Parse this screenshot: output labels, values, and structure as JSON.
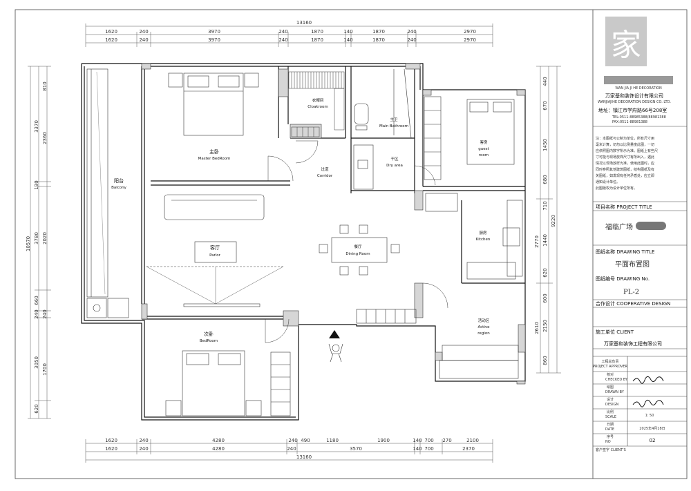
{
  "dimensions": {
    "top_total": "13160",
    "top_row1": [
      "1620",
      "240",
      "3970",
      "240",
      "1870",
      "140",
      "1870",
      "240",
      "2970"
    ],
    "top_row2": [
      "1620",
      "240",
      "3970",
      "240",
      "1870",
      "140",
      "1870",
      "240",
      "2970"
    ],
    "bottom_row1": [
      "1620",
      "240",
      "4280",
      "240",
      "490",
      "1180",
      "1900",
      "140",
      "700",
      "270",
      "2100"
    ],
    "bottom_row2": [
      "1620",
      "240",
      "4280",
      "240",
      "3570",
      "140",
      "700",
      "2370"
    ],
    "bottom_total": "13160",
    "left_outer": [
      "3370",
      "130",
      "3780",
      "660",
      "240",
      "3050",
      "620"
    ],
    "left_inner": [
      "810",
      "2360",
      "2020",
      "240",
      "1700"
    ],
    "left_total": "10570",
    "right_inner": [
      "440",
      "670",
      "1450",
      "680",
      "710",
      "1440",
      "620",
      "600",
      "2150",
      "860"
    ],
    "right_total": "9220",
    "right_col": [
      "2770",
      "2610"
    ]
  },
  "rooms": {
    "master": {
      "cn": "主卧",
      "en": "Master BedRoom"
    },
    "cloak": {
      "cn": "衣帽间",
      "en": "Cloakroom"
    },
    "mainbath": {
      "cn": "主卫",
      "en": "Main Bathroom"
    },
    "guest": {
      "cn": "客房",
      "en1": "guest",
      "en2": "room"
    },
    "dry": {
      "cn": "干区",
      "en": "Dry area"
    },
    "corridor": {
      "cn": "过道",
      "en": "Corridor"
    },
    "balcony": {
      "cn": "阳台",
      "en": "Balcony"
    },
    "parlor": {
      "cn": "客厅",
      "en": "Parlor"
    },
    "dining": {
      "cn": "餐厅",
      "en": "Dining Room"
    },
    "kitchen": {
      "cn": "厨房",
      "en": "Kitchen"
    },
    "bedroom": {
      "cn": "次卧",
      "en": "BedRoom"
    },
    "active": {
      "cn": "活动区",
      "en1": "Active",
      "en2": "region"
    }
  },
  "titleblock": {
    "company_en_logo": "WAN JIA JI HE DECORATION",
    "company_cn": "万家基和装饰设计有限公司",
    "company_en": "WANJIAJIHE DECORATION DESIGN CO. LTD.",
    "address": "地址：镇江市学府路66号208室",
    "tel": "TEL:0511-88985388/88981388",
    "fax": "FAX:0511-88981388",
    "notes": [
      "注：本图纸与公制为单位，所有尺寸用",
      "毫米计算，切勿以比例量度此图，一切",
      "应依照图内数字所示为准。图纸上有些尺",
      "寸可能与现场放样尺寸有所出入，遇此",
      "情况以现场放样为准。使用此图时，应",
      "同时参照其他建筑图纸，结构图纸及有",
      "关图纸，如发现有任何矛盾处，应立即",
      "通知设计单位。",
      "此图版权为设计单位所有。"
    ],
    "project_title_label": "项目名称 PROJECT TITLE",
    "project_name": "福临广场",
    "drawing_title_label": "图纸名称 DRAWING TITLE",
    "drawing_title": "平面布置图",
    "drawing_no_label": "图纸编号 DRAWING No.",
    "drawing_no": "PL-2",
    "coop_label": "合作设计 COOPERATIVE DESIGN",
    "client_label": "施工单位 CLIENT",
    "client_name": "万家基和装饰工程有限公司",
    "approver_cn": "工程总负责",
    "approver_en": "PROJECT APPROVER",
    "checked_cn": "核对",
    "checked_en": "CHECKED BY",
    "drawn_cn": "绘图",
    "drawn_en": "DRAWN BY",
    "design_cn": "设计",
    "design_en": "DESIGN",
    "scale_cn": "比例",
    "scale_en": "SCALE",
    "scale_value": "1: 50",
    "date_cn": "日期",
    "date_en": "DATE",
    "date_value": "2025年4月18日",
    "no_cn": "序号",
    "no_en": "NO",
    "no_value": "02",
    "client_sign": "客户签字 CLIENT'S"
  }
}
